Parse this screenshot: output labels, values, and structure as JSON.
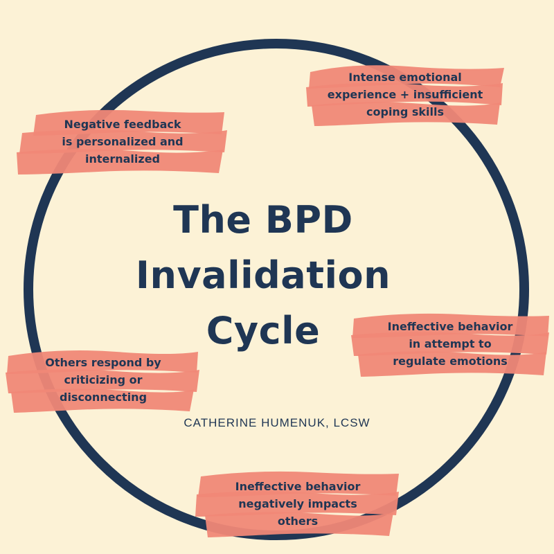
{
  "title": {
    "line1": "The BPD",
    "line2": "Invalidation",
    "line3": "Cycle"
  },
  "author": "CATHERINE HUMENUK, LCSW",
  "colors": {
    "background": "#fcf2d6",
    "circle": "#1f3654",
    "brush": "#f08877",
    "text": "#1f3654"
  },
  "nodes": [
    {
      "lines": [
        "Intense emotional",
        "experience + insufficient",
        "coping skills"
      ]
    },
    {
      "lines": [
        "Ineffective behavior",
        "in attempt to",
        "regulate emotions"
      ]
    },
    {
      "lines": [
        "Ineffective behavior",
        "negatively impacts",
        "others"
      ]
    },
    {
      "lines": [
        "Others respond by",
        "criticizing or",
        "disconnecting"
      ]
    },
    {
      "lines": [
        "Negative feedback",
        "is personalized and",
        "internalized"
      ]
    }
  ]
}
